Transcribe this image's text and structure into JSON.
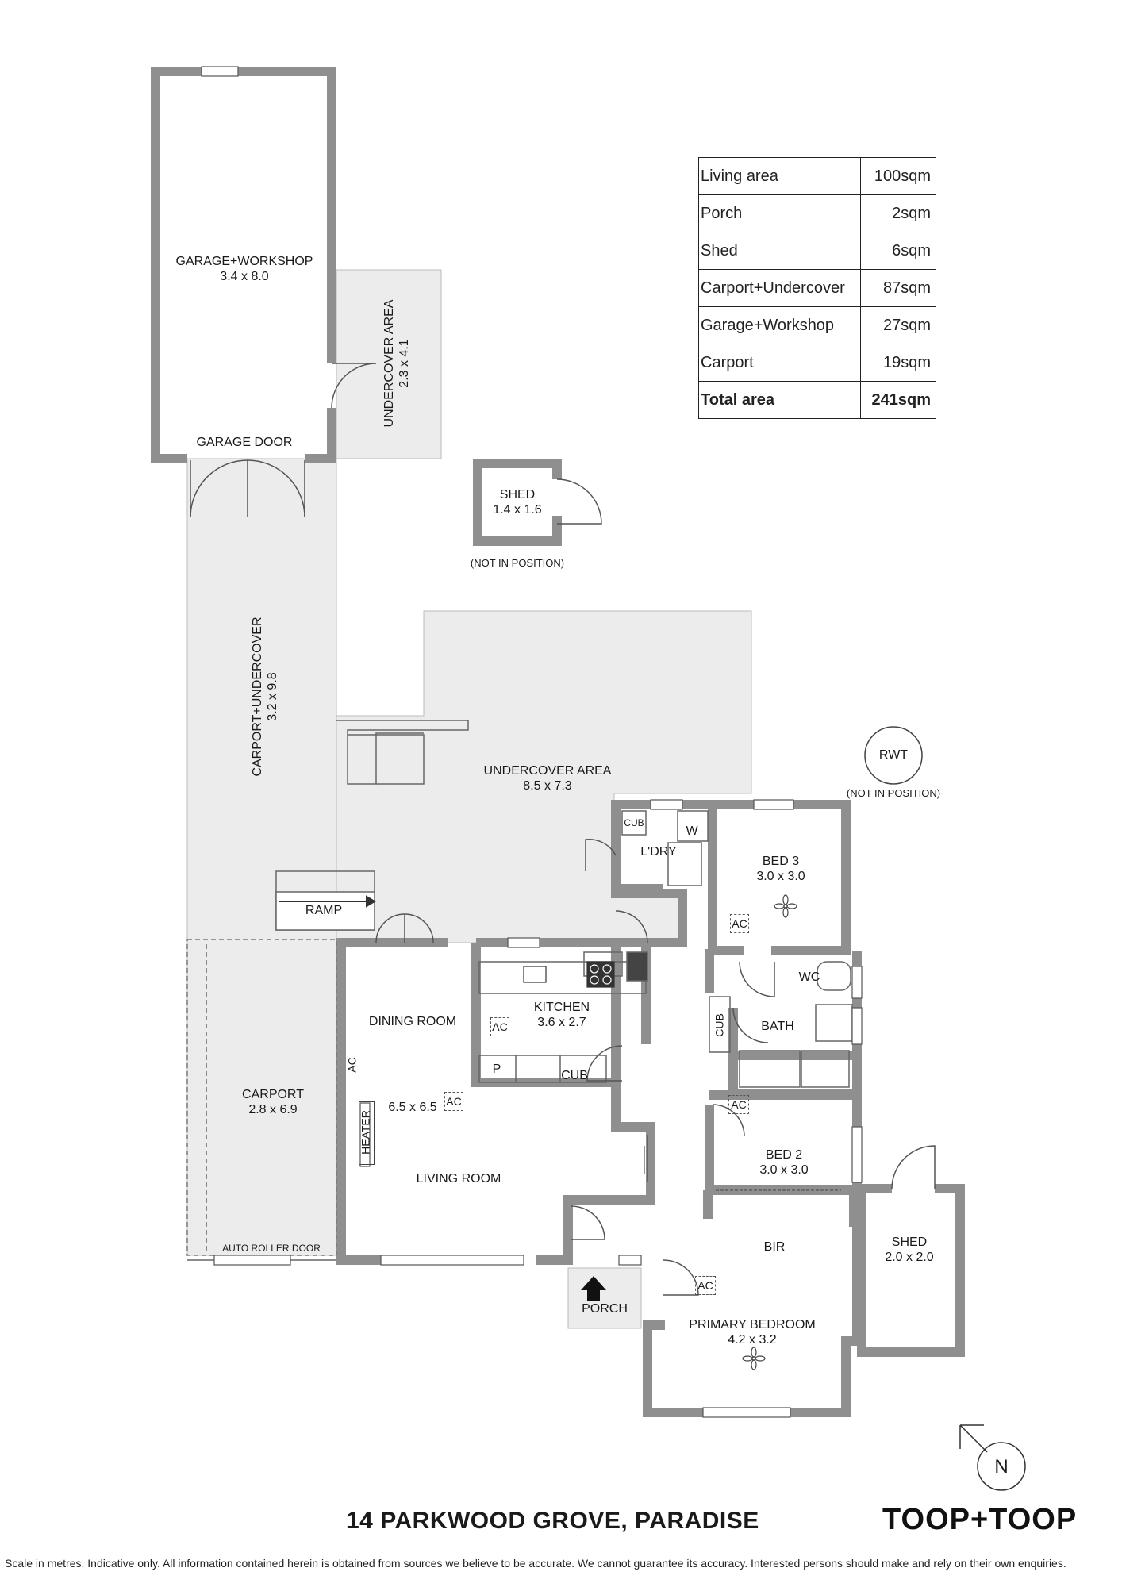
{
  "rooms": {
    "garage": {
      "name": "GARAGE+WORKSHOP",
      "dim": "3.4 x 8.0"
    },
    "garage_door": "GARAGE DOOR",
    "undercover_small": {
      "name": "UNDERCOVER AREA",
      "dim": "2.3 x 4.1"
    },
    "shed_small": {
      "name": "SHED",
      "dim": "1.4 x 1.6"
    },
    "not_in_position_shed": "(NOT IN POSITION)",
    "carport_undercover": {
      "name": "CARPORT+UNDERCOVER",
      "dim": "3.2 x 9.8"
    },
    "undercover_large": {
      "name": "UNDERCOVER AREA",
      "dim": "8.5 x 7.3"
    },
    "rwt": "RWT",
    "not_in_position_rwt": "(NOT IN POSITION)",
    "laundry": "L'DRY",
    "cub_laundry": "CUB",
    "washer": "W",
    "bed3": {
      "name": "BED 3",
      "dim": "3.0 x 3.0"
    },
    "ramp": "RAMP",
    "kitchen": {
      "name": "KITCHEN",
      "dim": "3.6 x 2.7"
    },
    "dining": "DINING ROOM",
    "living_dim": "6.5 x 6.5",
    "living": "LIVING ROOM",
    "pantry": "P",
    "cub_kitchen": "CUB",
    "wc": "WC",
    "bath": "BATH",
    "cub_hall": "CUB",
    "carport": {
      "name": "CARPORT",
      "dim": "2.8 x 6.9"
    },
    "heater": "HEATER",
    "ac": "AC",
    "bed2": {
      "name": "BED 2",
      "dim": "3.0 x 3.0"
    },
    "bir": "BIR",
    "shed_large": {
      "name": "SHED",
      "dim": "2.0 x 2.0"
    },
    "auto_roller_door": "AUTO ROLLER DOOR",
    "porch": "PORCH",
    "primary": {
      "name": "PRIMARY BEDROOM",
      "dim": "4.2 x 3.2"
    },
    "north": "N"
  },
  "area_table": [
    {
      "label": "Living area",
      "value": "100sqm"
    },
    {
      "label": "Porch",
      "value": "2sqm"
    },
    {
      "label": "Shed",
      "value": "6sqm"
    },
    {
      "label": "Carport+Undercover",
      "value": "87sqm"
    },
    {
      "label": "Garage+Workshop",
      "value": "27sqm"
    },
    {
      "label": "Carport",
      "value": "19sqm"
    },
    {
      "label": "Total area",
      "value": "241sqm"
    }
  ],
  "address": "14 PARKWOOD GROVE, PARADISE",
  "brand": "TOOP+TOOP",
  "disclaimer": "Scale in metres. Indicative only. All information contained herein is obtained from sources we believe to be accurate. We cannot guarantee its accuracy. Interested persons should make and rely on their own enquiries.",
  "colors": {
    "wall": "#8f8f8f",
    "undercover": "#ececec",
    "outline": "#444444"
  }
}
